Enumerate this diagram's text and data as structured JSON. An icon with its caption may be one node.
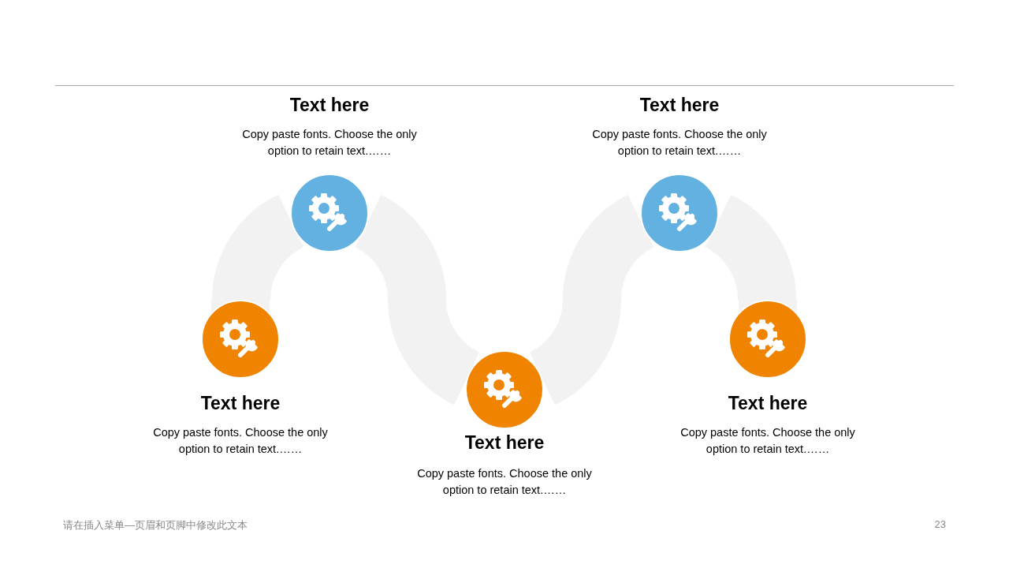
{
  "diagram": {
    "nodes": [
      {
        "text": [
          "Text here",
          "Copy paste fonts. Choose the only option to retain text.……"
        ]
      },
      {
        "text": [
          "Text here",
          "Copy paste fonts. Choose the only option to retain text.……"
        ]
      },
      {
        "text": [
          "Text here",
          "Copy paste fonts. Choose the only option to retain text.……"
        ]
      },
      {
        "text": [
          "Text here",
          "Copy paste fonts. Choose the only option to retain text.……"
        ]
      },
      {
        "text": [
          "Text here",
          "Copy paste fonts. Choose the only option to retain text.……"
        ]
      }
    ],
    "edges": [
      {
        "from": 0,
        "to": 1,
        "arrow": "none"
      },
      {
        "from": 1,
        "to": 2,
        "arrow": "none"
      },
      {
        "from": 2,
        "to": 3,
        "arrow": "none"
      },
      {
        "from": 3,
        "to": 4,
        "arrow": "none"
      }
    ],
    "labels": [
      "请在插入菜单—页眉和页脚中修改此文本",
      "23"
    ]
  }
}
